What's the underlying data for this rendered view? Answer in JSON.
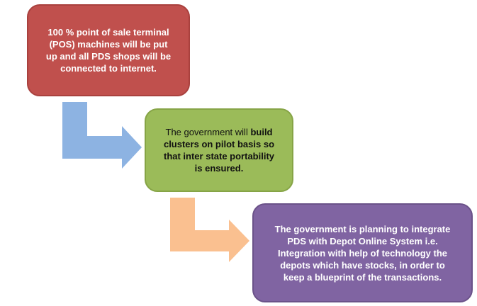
{
  "steps": [
    {
      "text": "100 %  point of sale terminal (POS) machines will be put up and all PDS shops will be connected to internet.",
      "color": "#c0504d"
    },
    {
      "text_normal": "The government will",
      "text_bold": "build clusters on pilot basis so that inter state portability is ensured.",
      "color": "#9bbb59"
    },
    {
      "text": "The government is planning to integrate PDS with Depot Online System i.e. Integration with help of technology the depots which have stocks, in order to keep a blueprint of the transactions.",
      "color": "#8064a2"
    }
  ],
  "connectors": [
    {
      "from": "step-1",
      "to": "step-2",
      "color": "#8db3e2"
    },
    {
      "from": "step-2",
      "to": "step-3",
      "color": "#fac090"
    }
  ]
}
